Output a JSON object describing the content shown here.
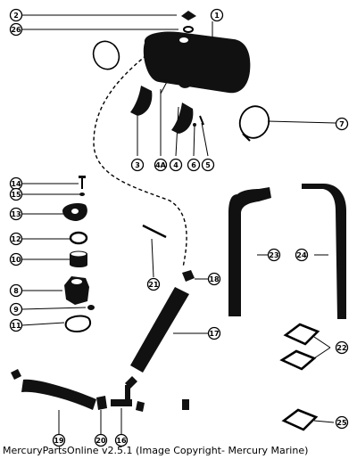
{
  "caption": "MercuryPartsOnline v2.5.1 (Image Copyright- Mercury Marine)",
  "callouts": [
    {
      "id": "c1",
      "label": "1"
    },
    {
      "id": "c2",
      "label": "2"
    },
    {
      "id": "c26",
      "label": "26"
    },
    {
      "id": "c3",
      "label": "3"
    },
    {
      "id": "c4a",
      "label": "4A"
    },
    {
      "id": "c4",
      "label": "4"
    },
    {
      "id": "c6",
      "label": "6"
    },
    {
      "id": "c5",
      "label": "5"
    },
    {
      "id": "c7",
      "label": "7"
    },
    {
      "id": "c14",
      "label": "14"
    },
    {
      "id": "c15",
      "label": "15"
    },
    {
      "id": "c13",
      "label": "13"
    },
    {
      "id": "c12",
      "label": "12"
    },
    {
      "id": "c10",
      "label": "10"
    },
    {
      "id": "c8",
      "label": "8"
    },
    {
      "id": "c9",
      "label": "9"
    },
    {
      "id": "c11",
      "label": "11"
    },
    {
      "id": "c21",
      "label": "21"
    },
    {
      "id": "c18",
      "label": "18"
    },
    {
      "id": "c23",
      "label": "23"
    },
    {
      "id": "c24",
      "label": "24"
    },
    {
      "id": "c17",
      "label": "17"
    },
    {
      "id": "c22",
      "label": "22"
    },
    {
      "id": "c25",
      "label": "25"
    },
    {
      "id": "c19",
      "label": "19"
    },
    {
      "id": "c20",
      "label": "20"
    },
    {
      "id": "c16",
      "label": "16"
    }
  ]
}
